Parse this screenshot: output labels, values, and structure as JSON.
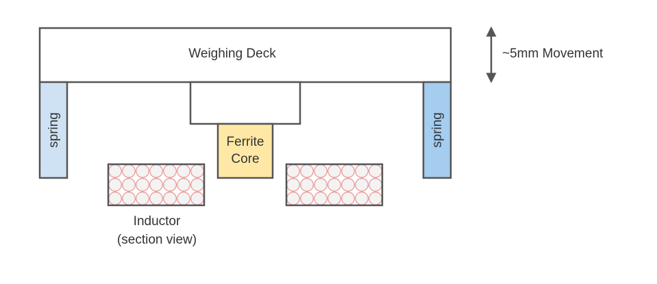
{
  "diagram": {
    "deck_label": "Weighing Deck",
    "movement_label": "~5mm Movement",
    "spring_left_label": "spring",
    "spring_right_label": "spring",
    "ferrite_line1": "Ferrite",
    "ferrite_line2": "Core",
    "inductor_line1": "Inductor",
    "inductor_line2": "(section view)"
  },
  "colors": {
    "outline": "#555555",
    "spring_left_fill": "#cfe2f3",
    "spring_right_fill": "#a4cdf0",
    "ferrite_fill": "#ffe8a6",
    "coil_fill": "#f3f3f3",
    "coil_stroke": "#ea9999",
    "text": "#333333"
  }
}
